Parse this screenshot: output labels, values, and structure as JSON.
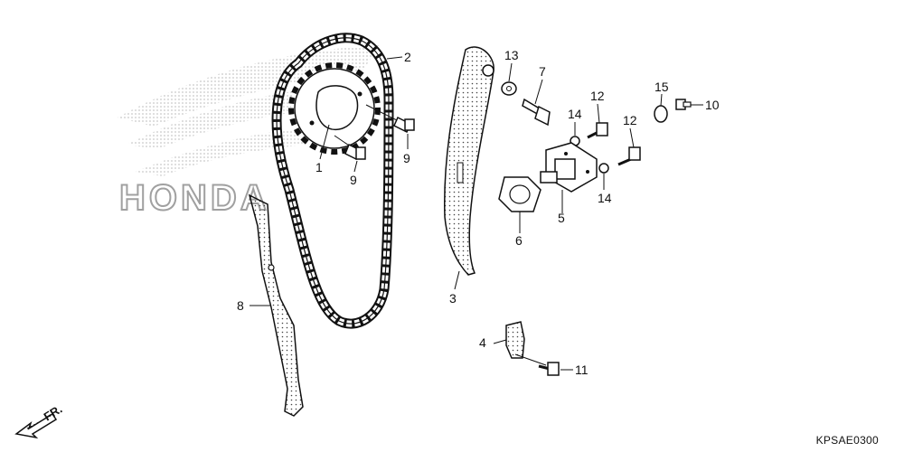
{
  "callouts": {
    "p1": "1",
    "p2": "2",
    "p3": "3",
    "p4": "4",
    "p5": "5",
    "p6": "6",
    "p7": "7",
    "p8": "8",
    "p9a": "9",
    "p9b": "9",
    "p10": "10",
    "p11": "11",
    "p12a": "12",
    "p12b": "12",
    "p13": "13",
    "p14a": "14",
    "p14b": "14",
    "p15": "15"
  },
  "watermark": {
    "brand": "HONDA"
  },
  "direction": {
    "label": "FR."
  },
  "diagram_code": "KPSAE0300"
}
